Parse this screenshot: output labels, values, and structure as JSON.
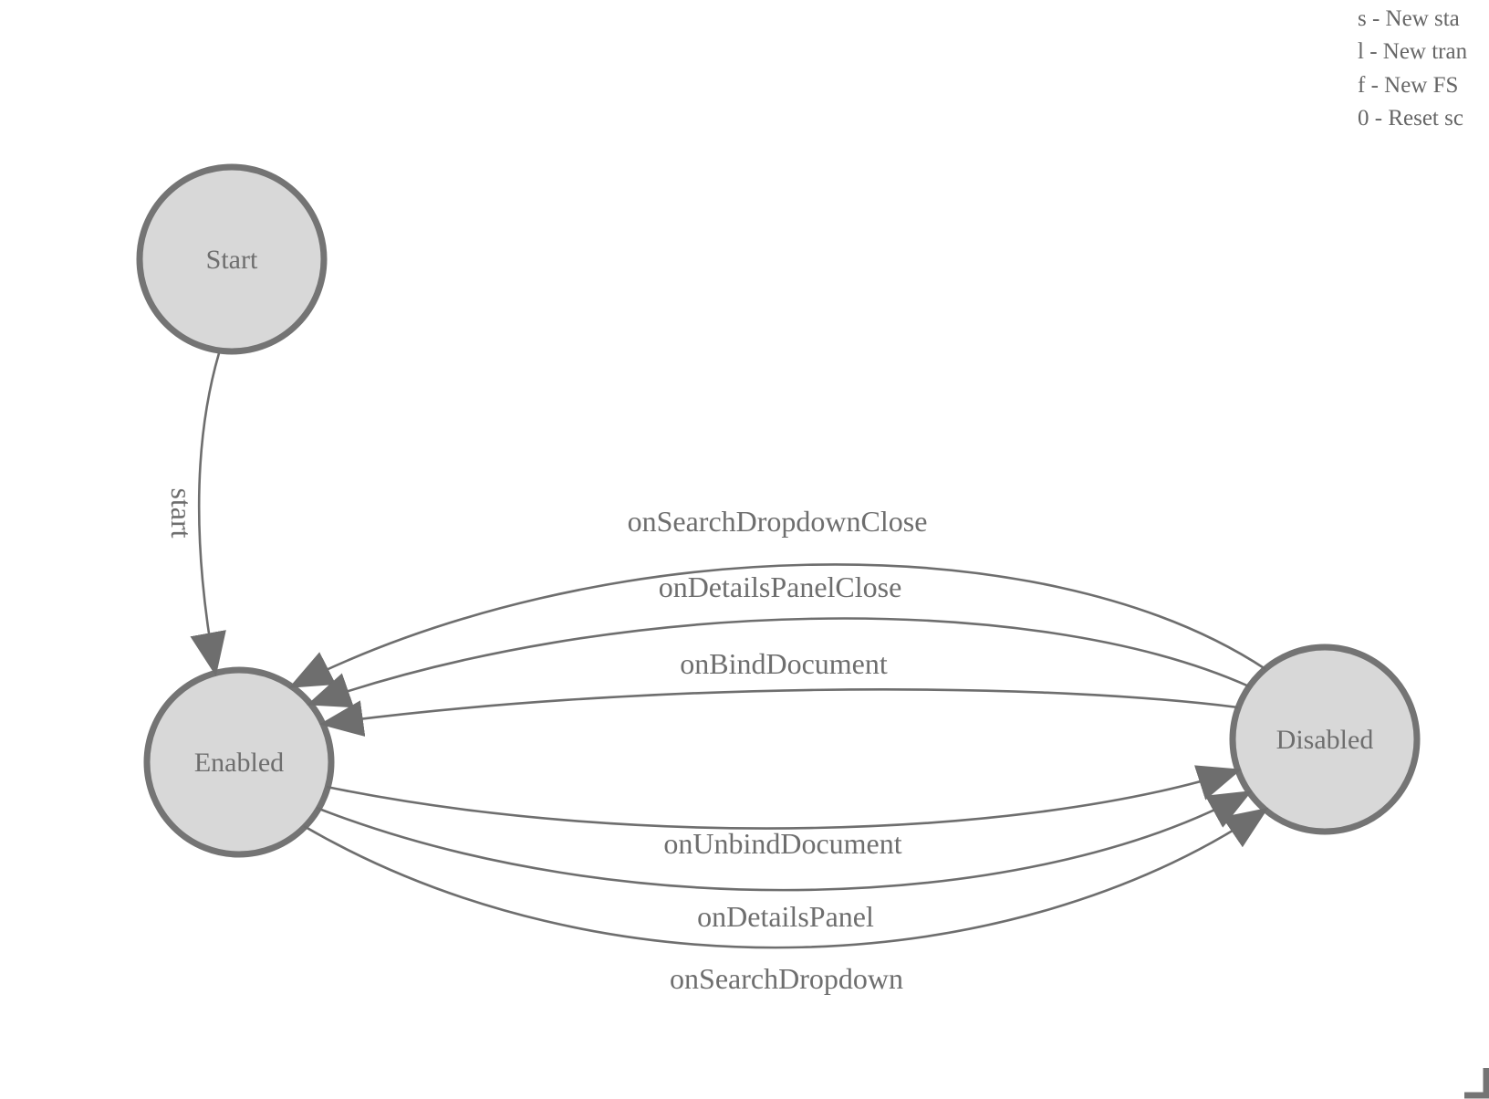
{
  "legend": {
    "lines": [
      "s - New sta",
      "l - New tran",
      "f - New FS",
      "0 - Reset sc"
    ]
  },
  "states": [
    {
      "label": "Start"
    },
    {
      "label": "Enabled"
    },
    {
      "label": "Disabled"
    }
  ],
  "transitions": [
    {
      "label": "start",
      "from": "Start",
      "to": "Enabled"
    },
    {
      "label": "onSearchDropdownClose",
      "from": "Disabled",
      "to": "Enabled"
    },
    {
      "label": "onDetailsPanelClose",
      "from": "Disabled",
      "to": "Enabled"
    },
    {
      "label": "onBindDocument",
      "from": "Disabled",
      "to": "Enabled"
    },
    {
      "label": "onUnbindDocument",
      "from": "Enabled",
      "to": "Disabled"
    },
    {
      "label": "onDetailsPanel",
      "from": "Enabled",
      "to": "Disabled"
    },
    {
      "label": "onSearchDropdown",
      "from": "Enabled",
      "to": "Disabled"
    }
  ],
  "colors": {
    "background": "#ffffff",
    "node_fill": "#d8d8d8",
    "node_stroke": "#747474",
    "edge_stroke": "#6e6e6e",
    "label_text": "#6e6e6e",
    "legend_text": "#666666"
  }
}
